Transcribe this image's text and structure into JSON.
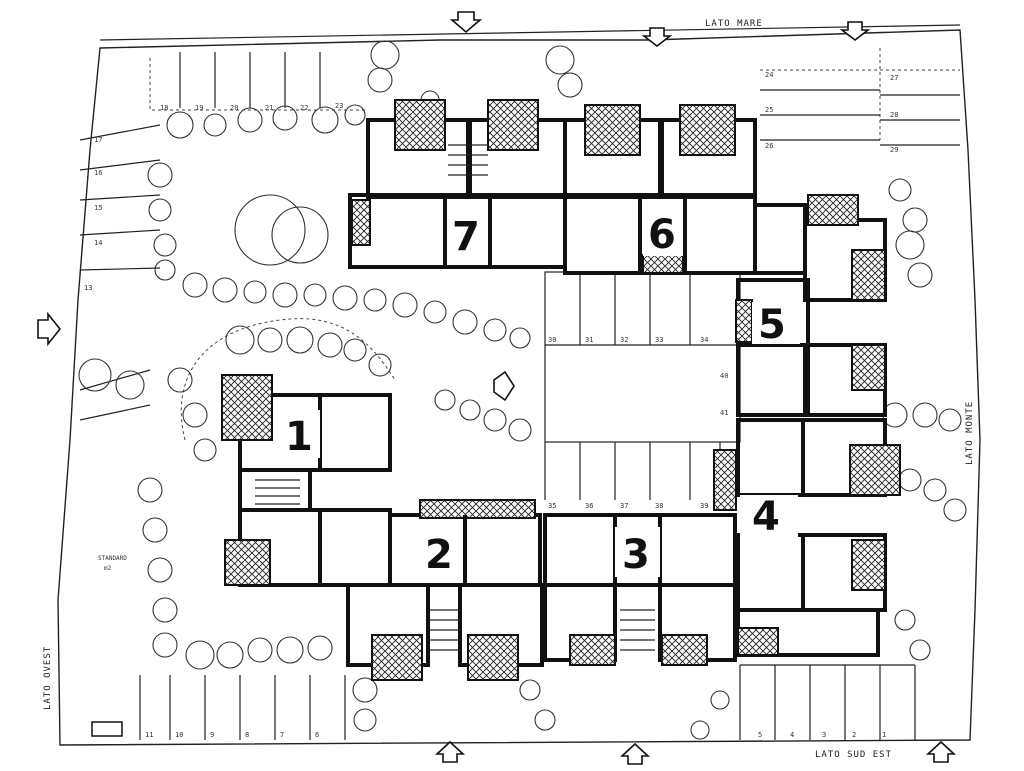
{
  "plan": {
    "sides": {
      "north": "LATO MARE",
      "east": "LATO MONTE",
      "south": "LATO SUD EST",
      "west": "LATO OVEST"
    },
    "buildings": [
      "1",
      "2",
      "3",
      "4",
      "5",
      "6",
      "7"
    ],
    "garden_note_1": "STANDARD",
    "garden_note_2": "m2",
    "top_plots": [
      "18",
      "19",
      "20",
      "21",
      "22",
      "23"
    ],
    "right_plots_a": [
      "24",
      "25",
      "26"
    ],
    "right_plots_b": [
      "27",
      "28",
      "29"
    ],
    "left_plots": [
      "17",
      "16",
      "15",
      "14",
      "13"
    ],
    "court_plots": [
      "30",
      "31",
      "32",
      "33",
      "34"
    ],
    "court_side": [
      "40",
      "41"
    ],
    "mid_plots": [
      "35",
      "36",
      "37",
      "38",
      "39"
    ],
    "bottom_plots_left": [
      "11",
      "10",
      "9",
      "8",
      "7",
      "6"
    ],
    "bottom_plots_right": [
      "5",
      "4",
      "3",
      "2",
      "1"
    ]
  },
  "colors": {
    "ink": "#111111",
    "paper": "#ffffff"
  },
  "icons": [
    "north-entrance-arrow-icon",
    "west-entrance-arrow-icon",
    "south-entrance-arrow-icon",
    "tree-icon",
    "stair-icon"
  ]
}
